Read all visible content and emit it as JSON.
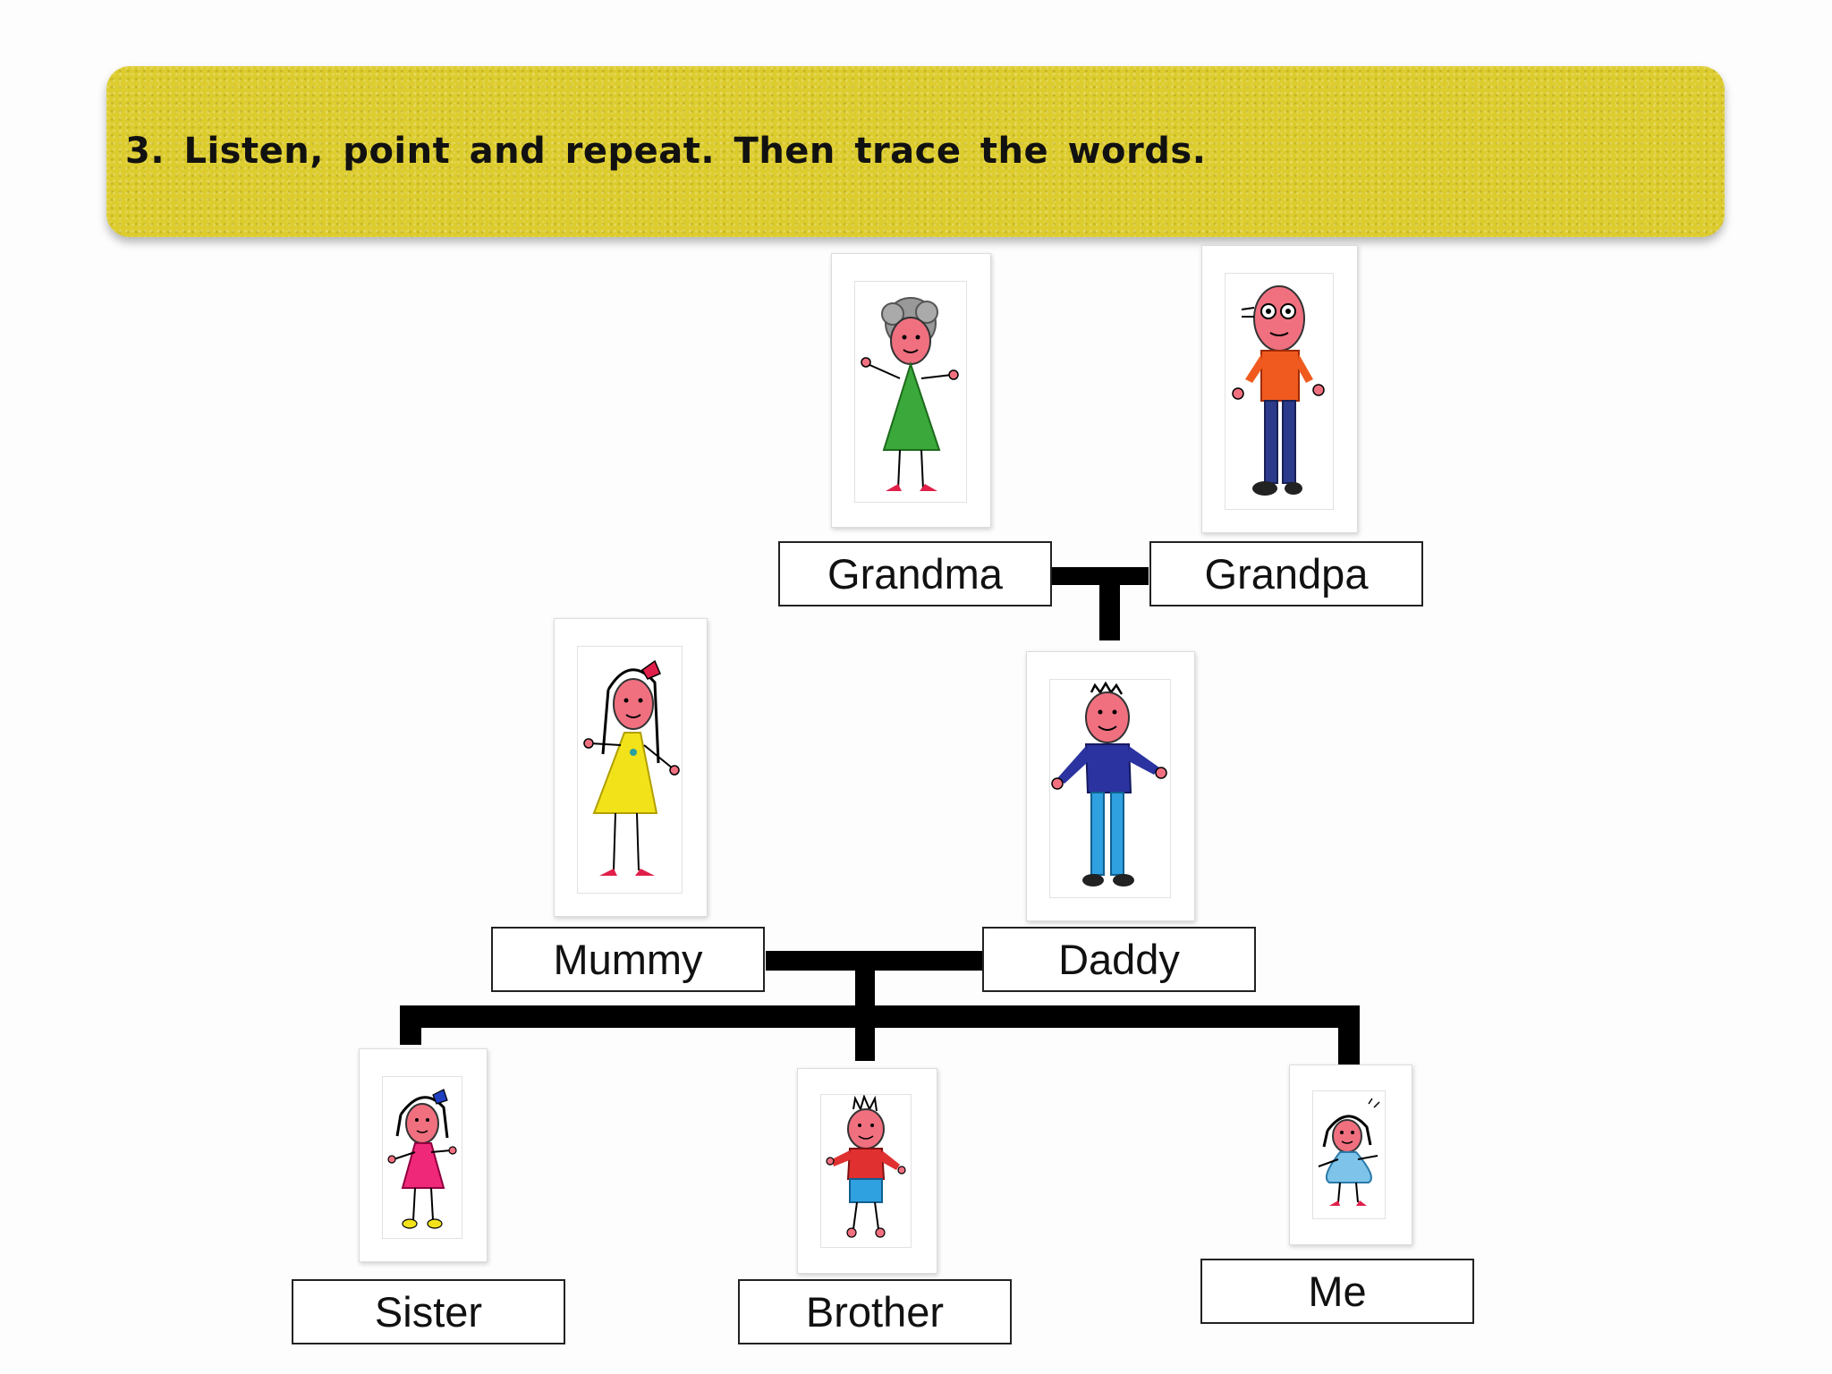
{
  "instruction": "3. Listen, point and repeat. Then trace the words.",
  "colors": {
    "banner": "#ddcc2e",
    "connector": "#000000"
  },
  "family": {
    "grandma": {
      "label": "Grandma",
      "icon": "grandma-drawing-icon",
      "dress_color": "#3aa83a"
    },
    "grandpa": {
      "label": "Grandpa",
      "icon": "grandpa-drawing-icon",
      "shirt_color": "#f05a1e"
    },
    "mummy": {
      "label": "Mummy",
      "icon": "mummy-drawing-icon",
      "dress_color": "#f2e21a"
    },
    "daddy": {
      "label": "Daddy",
      "icon": "daddy-drawing-icon",
      "shirt_color": "#2b33a0"
    },
    "sister": {
      "label": "Sister",
      "icon": "sister-drawing-icon",
      "dress_color": "#f0287a"
    },
    "brother": {
      "label": "Brother",
      "icon": "brother-drawing-icon",
      "shirt_color": "#e03030"
    },
    "me": {
      "label": "Me",
      "icon": "me-drawing-icon",
      "dress_color": "#7ec4ea"
    }
  }
}
